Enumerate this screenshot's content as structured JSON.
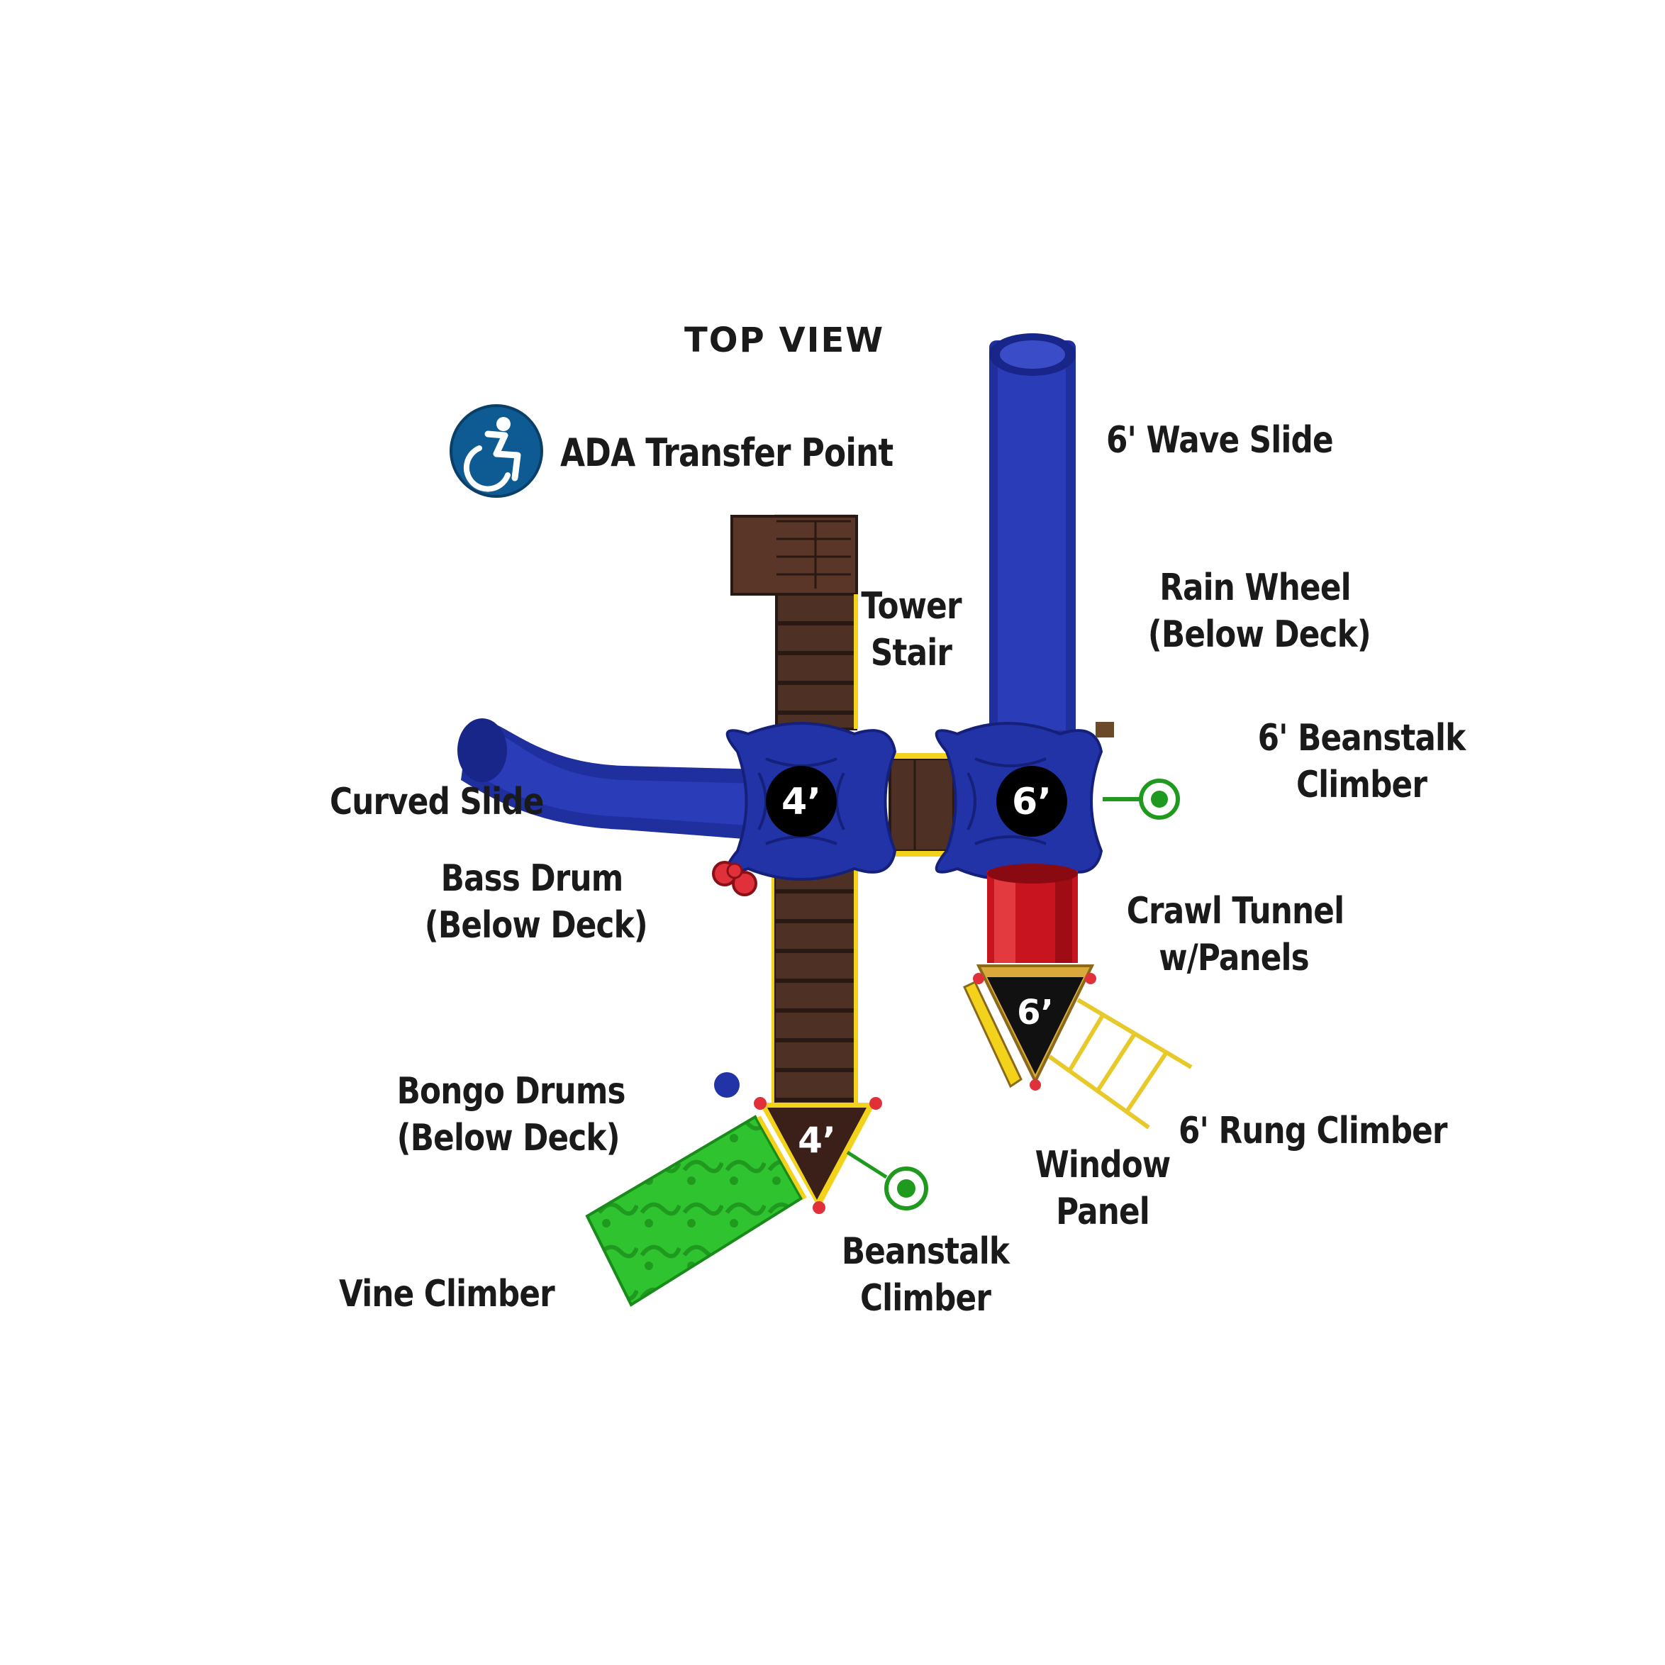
{
  "diagram": {
    "title": "TOP VIEW",
    "ada_label": "ADA Transfer  Point",
    "deck_heights": [
      "4’",
      "6’",
      "6’",
      "4’"
    ],
    "components": {
      "wave_slide": "6' Wave Slide",
      "rain_wheel": [
        "Rain Wheel",
        "(Below Deck)"
      ],
      "tower_stair": [
        "Tower",
        "Stair"
      ],
      "beanstalk_6": [
        "6' Beanstalk",
        "Climber"
      ],
      "curved_slide": "Curved Slide",
      "bass_drum": [
        "Bass Drum",
        "(Below Deck)"
      ],
      "crawl_tunnel": [
        "Crawl Tunnel",
        "w/Panels"
      ],
      "bongo_drums": [
        "Bongo Drums",
        "(Below Deck)"
      ],
      "rung_climber": "6' Rung Climber",
      "window_panel": [
        "Window",
        "Panel"
      ],
      "beanstalk": [
        "Beanstalk",
        "Climber"
      ],
      "vine_climber": "Vine Climber"
    },
    "colors": {
      "slide_blue": "#1f2f9e",
      "deck_blue": "#2233a8",
      "stair_brown": "#4a2c22",
      "tunnel_red": "#c8141e",
      "climber_green": "#2bbf2b",
      "accent_yellow": "#f2d21b",
      "ada_blue": "#0e5a93"
    }
  }
}
